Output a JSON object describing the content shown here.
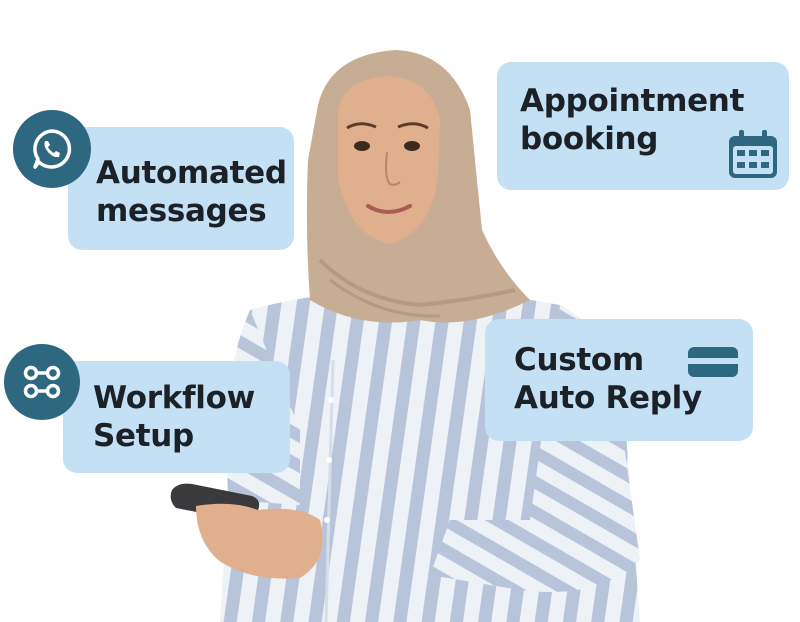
{
  "cards": {
    "automated": {
      "label": "Automated\nmessages",
      "icon": "whatsapp-icon"
    },
    "appointment": {
      "label": "Appointment\nbooking",
      "icon": "calendar-icon"
    },
    "workflow": {
      "label": "Workflow\nSetup",
      "icon": "workflow-icon"
    },
    "autoreply": {
      "label": "Custom\nAuto Reply",
      "icon": "card-icon"
    }
  },
  "colors": {
    "card_bg": "#c4e0f4",
    "icon_bg": "#2e6880",
    "text": "#1b2126"
  }
}
